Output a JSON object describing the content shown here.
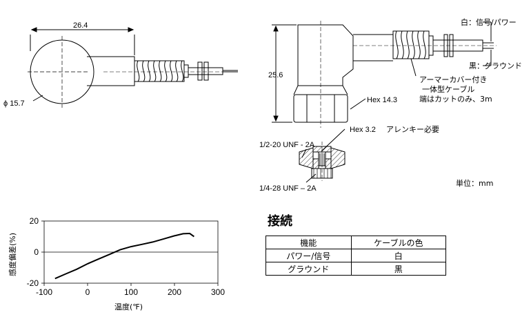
{
  "drawing": {
    "top_view": {
      "width_label": "26.4",
      "diameter_label": "ϕ 15.7"
    },
    "side_view": {
      "height_label": "25.6",
      "hex_label": "Hex 14.3",
      "wire_white": "白：信号/パワー",
      "wire_black": "黒：グラウンド",
      "cable_note": [
        "アーマーカバー付き",
        "一体型ケーブル",
        "端はカットのみ、3m"
      ]
    },
    "section": {
      "hex_label": "Hex 3.2",
      "hex_note": "アレンキー必要",
      "thread_top": "1/2-20 UNF - 2A",
      "thread_bottom": "1/4-28 UNF – 2A"
    },
    "unit_label": "単位：mm"
  },
  "chart_data": {
    "type": "line",
    "title": "",
    "xlabel": "温度(℉)",
    "ylabel": "感度偏差(%)",
    "xlim": [
      -100,
      300
    ],
    "ylim": [
      -20,
      20
    ],
    "xticks": [
      -100,
      0,
      100,
      200,
      300
    ],
    "yticks": [
      -20,
      0,
      20
    ],
    "series": [
      {
        "x": [
          -75,
          -50,
          -25,
          0,
          25,
          50,
          75,
          100,
          125,
          150,
          175,
          200,
          220,
          235,
          245
        ],
        "y": [
          -17,
          -14,
          -11,
          -7.5,
          -4.5,
          -1.5,
          1.5,
          3.5,
          5,
          6.5,
          8.5,
          10.5,
          11.8,
          12,
          10
        ]
      }
    ],
    "legend": "none",
    "grid": false
  },
  "connection": {
    "heading": "接続",
    "headers": [
      "機能",
      "ケーブルの色"
    ],
    "rows": [
      [
        "パワー/信号",
        "白"
      ],
      [
        "グラウンド",
        "黒"
      ]
    ]
  }
}
